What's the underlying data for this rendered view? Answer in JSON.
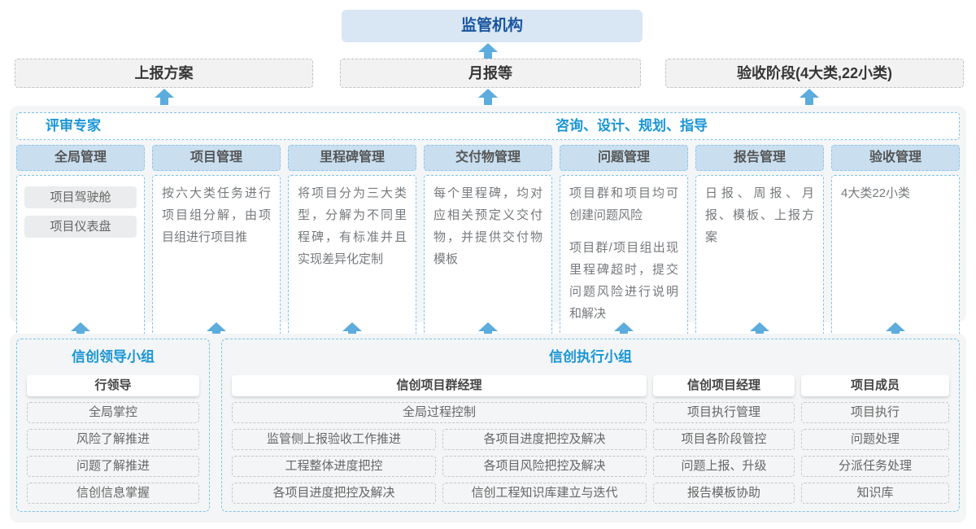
{
  "top": {
    "regulator": "监管机构"
  },
  "report_row": [
    {
      "label": "上报方案"
    },
    {
      "label": "月报等"
    },
    {
      "label": "验收阶段(4大类,22小类)"
    }
  ],
  "middle": {
    "left_role": "评审专家",
    "right_role": "咨询、设计、规划、指导",
    "columns": [
      {
        "title": "全局管理",
        "items": [
          "项目驾驶舱",
          "项目仪表盘"
        ]
      },
      {
        "title": "项目管理",
        "paragraphs": [
          "按六大类任务进行项目组分解，由项目组进行项目推"
        ]
      },
      {
        "title": "里程碑管理",
        "paragraphs": [
          "将项目分为三大类型，分解为不同里程碑，有标准并且实现差异化定制"
        ]
      },
      {
        "title": "交付物管理",
        "paragraphs": [
          "每个里程碑，均对应相关预定义交付物，并提供交付物模板"
        ]
      },
      {
        "title": "问题管理",
        "paragraphs": [
          "项目群和项目均可创建问题风险",
          "项目群/项目组出现里程碑超时，提交问题风险进行说明和解决"
        ]
      },
      {
        "title": "报告管理",
        "paragraphs": [
          "日报、周报、月报、模板、上报方案"
        ]
      },
      {
        "title": "验收管理",
        "paragraphs": [
          "4大类22小类"
        ]
      }
    ]
  },
  "bottom": {
    "leader_group": {
      "title": "信创领导小组",
      "role": "行领导",
      "items": [
        "全局掌控",
        "风险了解推进",
        "问题了解推进",
        "信创信息掌握"
      ]
    },
    "exec_group": {
      "title": "信创执行小组",
      "program_manager": {
        "role": "信创项目群经理",
        "full_item": "全局过程控制",
        "col1": [
          "监管侧上报验收工作推进",
          "工程整体进度把控",
          "各项目进度把控及解决"
        ],
        "col2": [
          "各项目进度把控及解决",
          "各项目风险把控及解决",
          "信创工程知识库建立与迭代"
        ]
      },
      "project_manager": {
        "role": "信创项目经理",
        "items": [
          "项目执行管理",
          "项目各阶段管控",
          "问题上报、升级",
          "报告模板协助"
        ]
      },
      "member": {
        "role": "项目成员",
        "items": [
          "项目执行",
          "问题处理",
          "分派任务处理",
          "知识库"
        ]
      }
    }
  },
  "colors": {
    "accent_blue": "#1b96d6",
    "regulator_text": "#17559f",
    "regulator_bg": "#d9e6f3",
    "arrow": "#5cacdd",
    "dashed_blue": "#7fc3e9",
    "header_bg": "#c9dff0",
    "panel_bg": "#f3f5f6"
  }
}
